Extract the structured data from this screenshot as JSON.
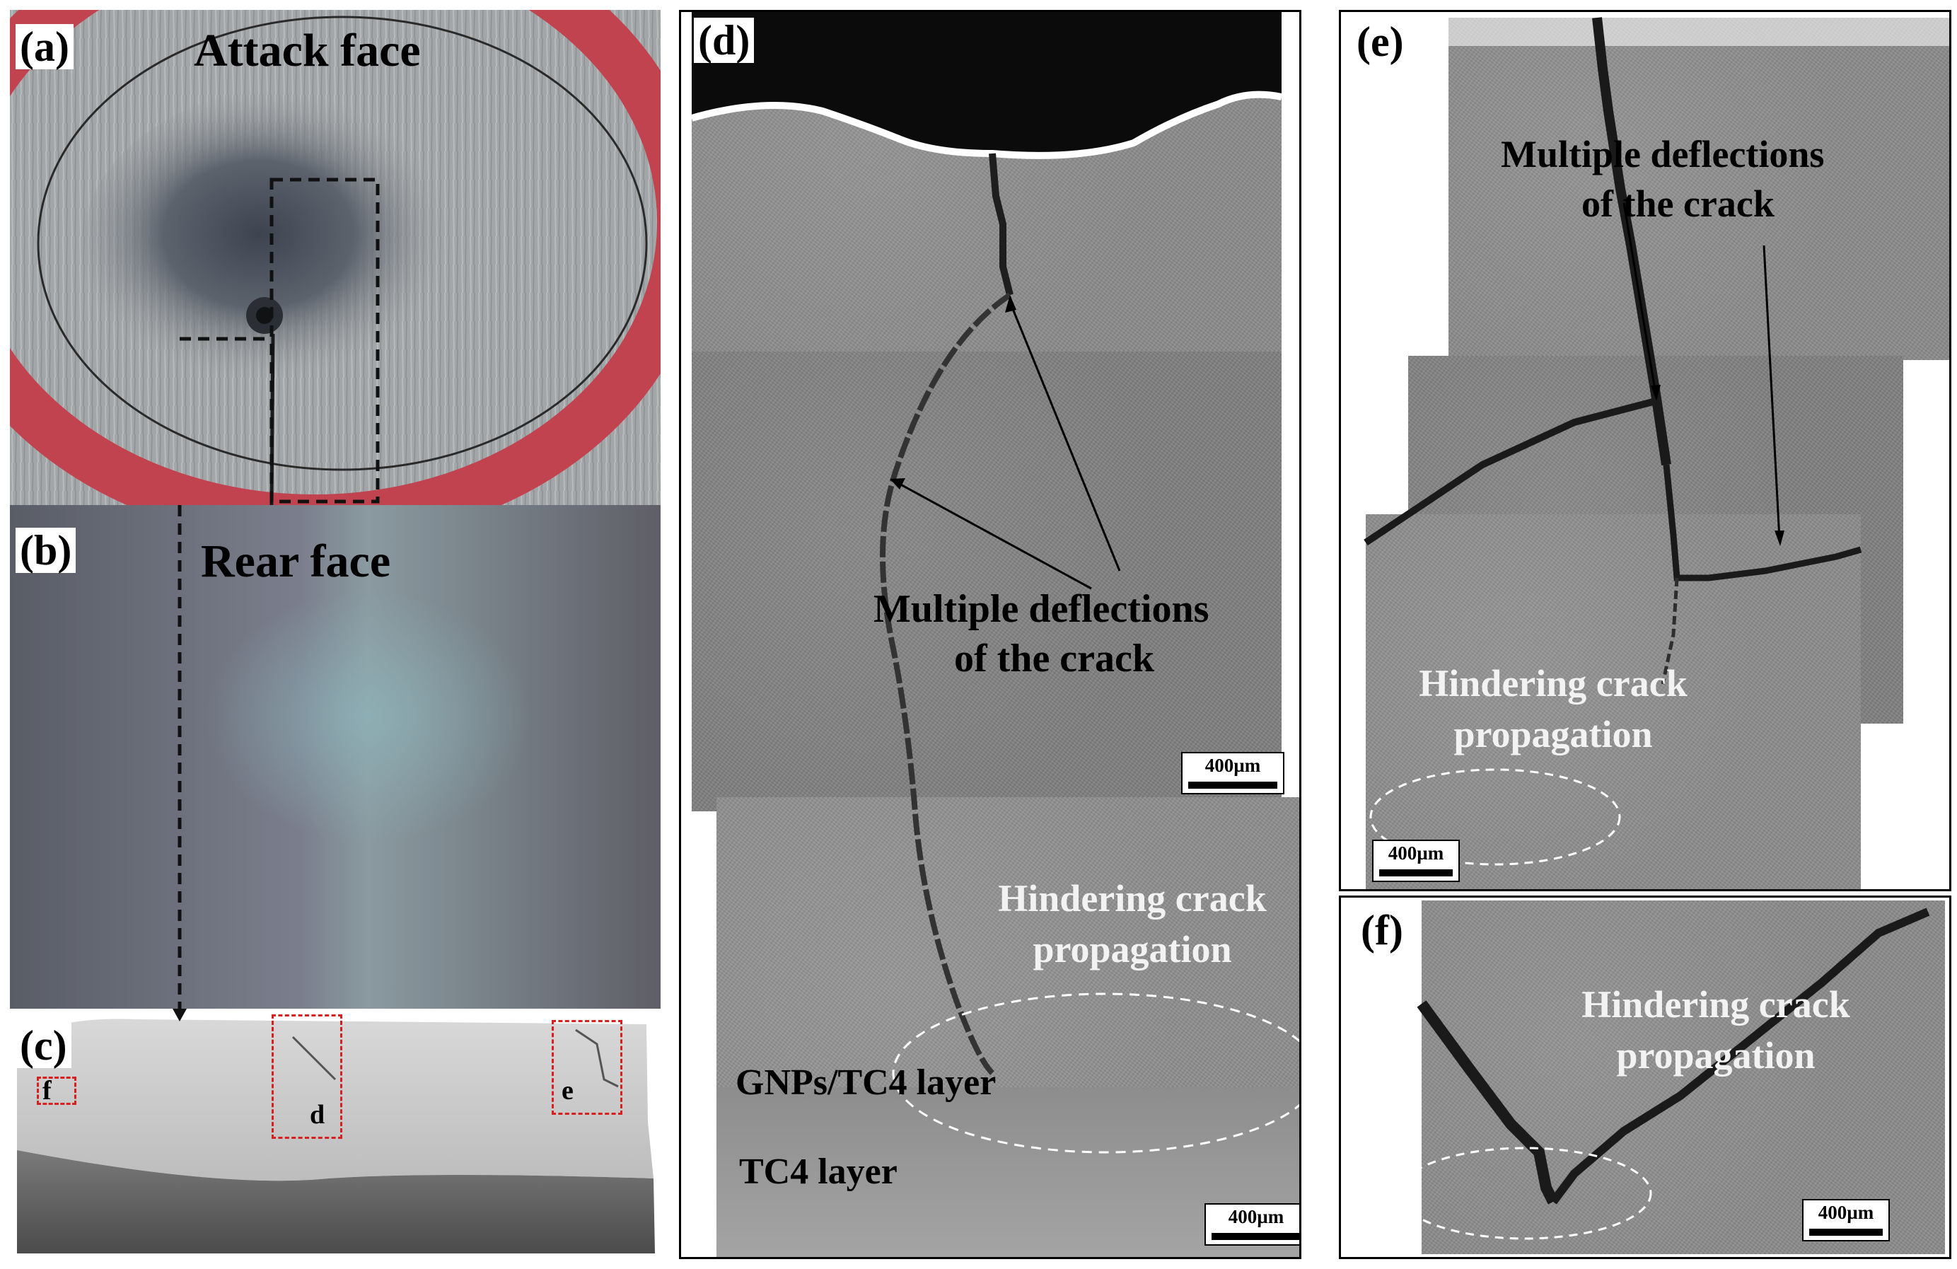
{
  "panels": {
    "a": {
      "label": "(a)",
      "title": "Attack face"
    },
    "b": {
      "label": "(b)",
      "title": "Rear face"
    },
    "c": {
      "label": "(c)",
      "markers": [
        "f",
        "d",
        "e"
      ]
    },
    "d": {
      "label": "(d)",
      "deflection_text": [
        "Multiple deflections",
        "of the crack"
      ],
      "hinder_text": [
        "Hindering crack",
        "propagation"
      ],
      "layer_top": "GNPs/TC4 layer",
      "layer_bottom": "TC4 layer",
      "scale_top": "400µm",
      "scale_bottom": "400µm"
    },
    "e": {
      "label": "(e)",
      "deflection_text": [
        "Multiple deflections",
        "of the crack"
      ],
      "hinder_text": [
        "Hindering crack",
        "propagation"
      ],
      "scale": "400µm"
    },
    "f": {
      "label": "(f)",
      "hinder_text": [
        "Hindering crack",
        "propagation"
      ],
      "scale": "400µm"
    }
  },
  "colors": {
    "attack_ring": "#c1434f",
    "attack_bg": "#9a9d9f",
    "rear_bg": "#6c6e78",
    "sample_top": "#cfcfcf",
    "sample_side": "#5e5e5e",
    "sem_gray": "#8a8a8a",
    "red_dash": "#d62020"
  }
}
